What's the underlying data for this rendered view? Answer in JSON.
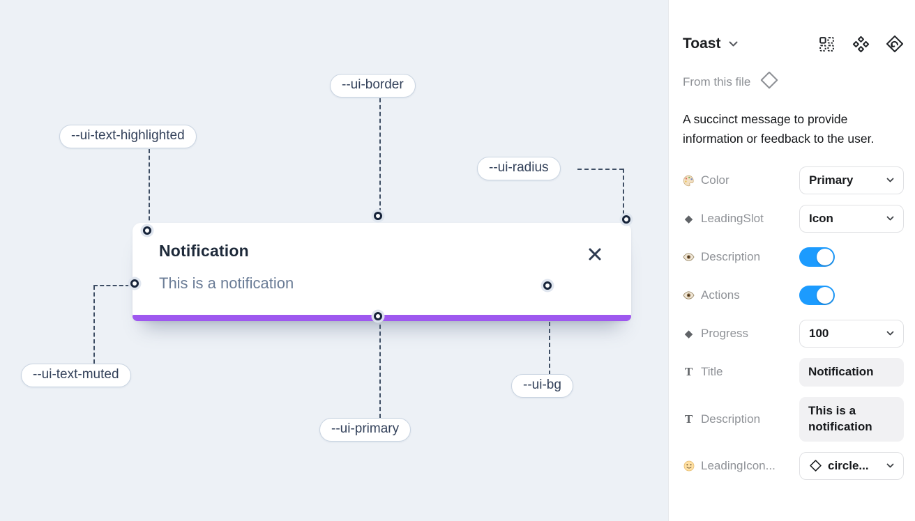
{
  "canvas": {
    "toast": {
      "title": "Notification",
      "description": "This is a notification"
    },
    "annotations": [
      {
        "label": "--ui-border"
      },
      {
        "label": "--ui-text-highlighted"
      },
      {
        "label": "--ui-radius"
      },
      {
        "label": "--ui-text-muted"
      },
      {
        "label": "--ui-primary"
      },
      {
        "label": "--ui-bg"
      }
    ]
  },
  "panel": {
    "title": "Toast",
    "source_label": "From this file",
    "description": "A succinct message to provide information or feedback to the user.",
    "icons": [
      "instances-grid-icon",
      "component-diamonds-icon",
      "diamond-swap-icon"
    ],
    "properties": [
      {
        "icon": "palette-icon",
        "label": "Color",
        "control": "select",
        "value": "Primary"
      },
      {
        "icon": "diamond-icon",
        "icon_char": "◆",
        "label": "LeadingSlot",
        "control": "select",
        "value": "Icon"
      },
      {
        "icon": "eye-icon",
        "label": "Description",
        "control": "toggle",
        "state": "on"
      },
      {
        "icon": "eye-icon",
        "label": "Actions",
        "control": "toggle",
        "state": "on"
      },
      {
        "icon": "diamond-icon",
        "icon_char": "◆",
        "label": "Progress",
        "control": "select",
        "value": "100"
      },
      {
        "icon": "text-icon",
        "icon_char": "T",
        "label": "Title",
        "control": "text",
        "value": "Notification"
      },
      {
        "icon": "text-icon",
        "icon_char": "T",
        "label": "Description",
        "control": "text",
        "value": "This is a notification"
      },
      {
        "icon": "smiley-icon",
        "label": "LeadingIcon...",
        "control": "icon-select",
        "value": "circle..."
      }
    ]
  },
  "colors": {
    "canvas_bg": "#edf1f6",
    "toast_progress": "#9e58ef",
    "toggle_on": "#1c9bfe",
    "chip_text": "#33415a",
    "muted_text": "#6a7c96",
    "title_text": "#1d2939"
  }
}
